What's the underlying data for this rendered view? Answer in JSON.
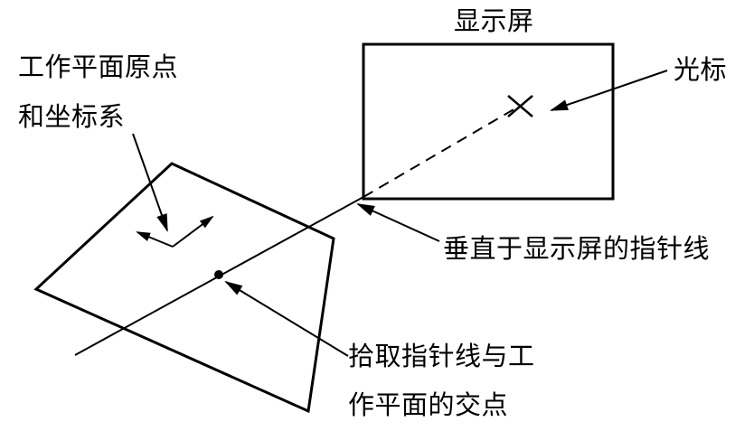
{
  "labels": {
    "screen": "显示屏",
    "workplane_origin_line1": "工作平面原点",
    "workplane_origin_line2": "和坐标系",
    "cursor": "光标",
    "perpendicular_pick_line": "垂直于显示屏的指针线",
    "intersection_line1": "拾取指针线与工",
    "intersection_line2": "作平面的交点"
  },
  "colors": {
    "stroke": "#000000",
    "background": "#ffffff"
  }
}
